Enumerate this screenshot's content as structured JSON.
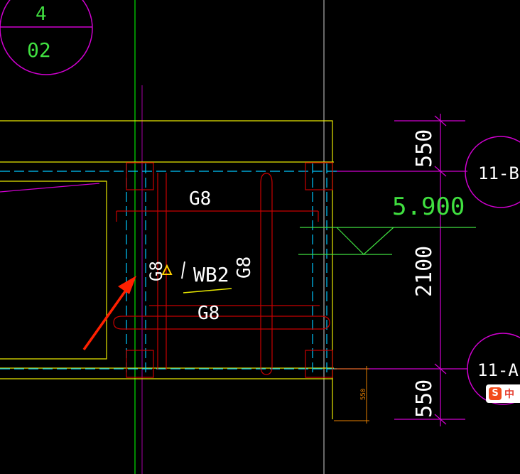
{
  "colors": {
    "background": "#000000",
    "grid_green": "#00e000",
    "axis_magenta": "#d000d0",
    "outline_yellow": "#e8e800",
    "rebar_red": "#c80000",
    "wall_cyan": "#00c8ff",
    "text_white": "#ffffff",
    "label_green": "#40e040",
    "arrow_red": "#ff2000",
    "warning_yellow": "#ffd000",
    "dim_orange": "#e88000"
  },
  "axis_bubbles": {
    "top_left": {
      "top": "4",
      "bottom": "02"
    },
    "right_upper": "11-B",
    "right_lower": "11-A"
  },
  "dimensions": {
    "d1": "550",
    "d2": "2100",
    "d3": "550",
    "small": "550"
  },
  "elevation": "5.900",
  "slab": {
    "name": "WB2",
    "rebar_top": "G8",
    "rebar_bottom": "G8",
    "rebar_right": "G8",
    "rebar_left": "G8"
  },
  "ime": {
    "logo": "S",
    "lang": "中"
  },
  "icons": {
    "warning": "warning-triangle-icon",
    "pointer": "red-arrow-annotation"
  }
}
